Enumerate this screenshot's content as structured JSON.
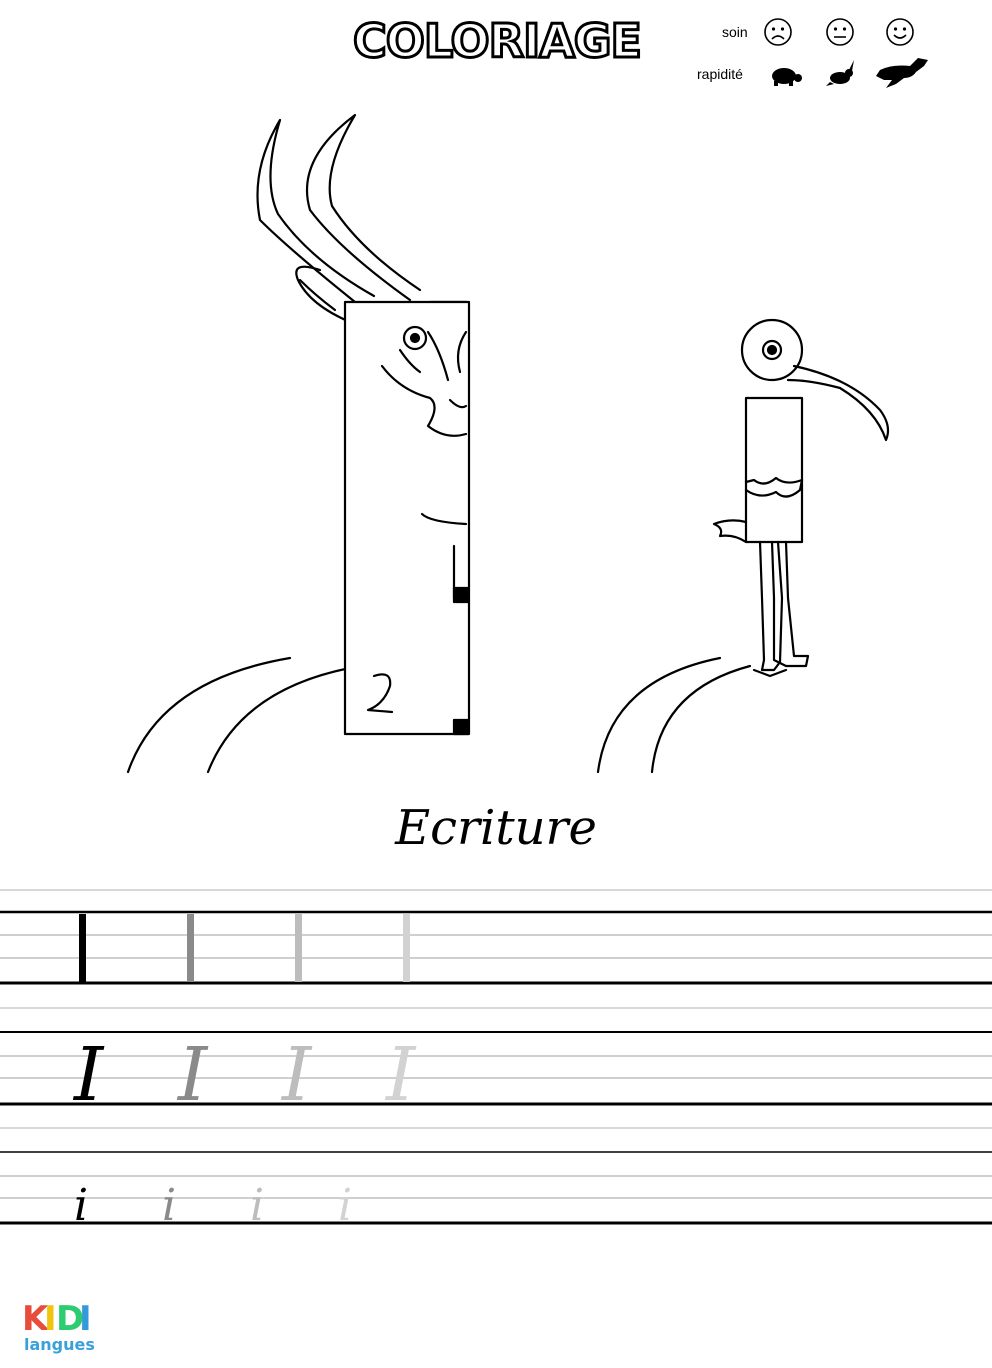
{
  "header": {
    "title": "COLORIAGE",
    "soin_label": "soin",
    "rapidite_label": "rapidité"
  },
  "icons": {
    "soin": [
      "sad-face-icon",
      "neutral-face-icon",
      "happy-face-icon"
    ],
    "rapidite": [
      "turtle-icon",
      "rabbit-icon",
      "horse-icon"
    ]
  },
  "illustration": {
    "letter_uppercase": "I",
    "letter_lowercase": "i"
  },
  "writing": {
    "heading": "Ecriture",
    "row1_letter": "I",
    "row2_letter": "I",
    "row3_letter": "i",
    "trace_shades": [
      "#000000",
      "#8a8a8a",
      "#b8b8b8",
      "#d2d2d2"
    ]
  },
  "logo": {
    "letters": [
      "K",
      "I",
      "D",
      "I"
    ],
    "letter_colors": [
      "#e74c3c",
      "#f1c40f",
      "#2ecc71",
      "#3498db"
    ],
    "sub": "langues"
  }
}
